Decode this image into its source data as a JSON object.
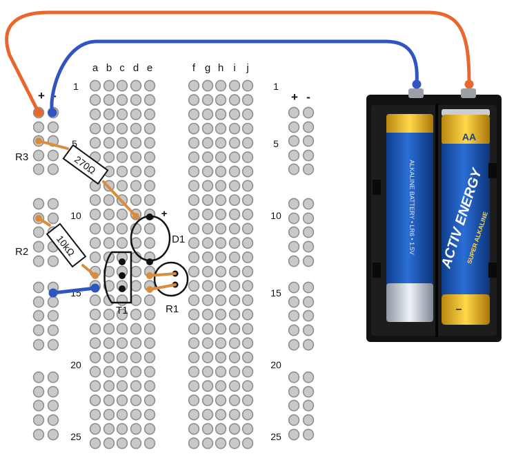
{
  "columns_left": [
    "a",
    "b",
    "c",
    "d",
    "e"
  ],
  "columns_right": [
    "f",
    "g",
    "h",
    "i",
    "j"
  ],
  "row_numbers": [
    "1",
    "5",
    "10",
    "15",
    "20",
    "25"
  ],
  "rail_signs": {
    "plus": "+",
    "minus": "-"
  },
  "components": {
    "r3": {
      "label": "R3",
      "value": "270Ω"
    },
    "r2": {
      "label": "R2",
      "value": "10kΩ"
    },
    "d1": {
      "label": "D1",
      "polarity": "+"
    },
    "t1": {
      "label": "T1"
    },
    "r1": {
      "label": "R1"
    }
  },
  "battery": {
    "brand": "ACTIV ENERGY",
    "type": "SUPER ALKALINE",
    "size": "AA",
    "minus_mark": "–"
  },
  "colors": {
    "wire_positive": "#e8672d",
    "wire_negative": "#2f56c0",
    "lead": "#d98c3c",
    "hole": "#c9c9c9",
    "hole_edge": "#8d8d8d",
    "board_background": "#ffffff"
  }
}
